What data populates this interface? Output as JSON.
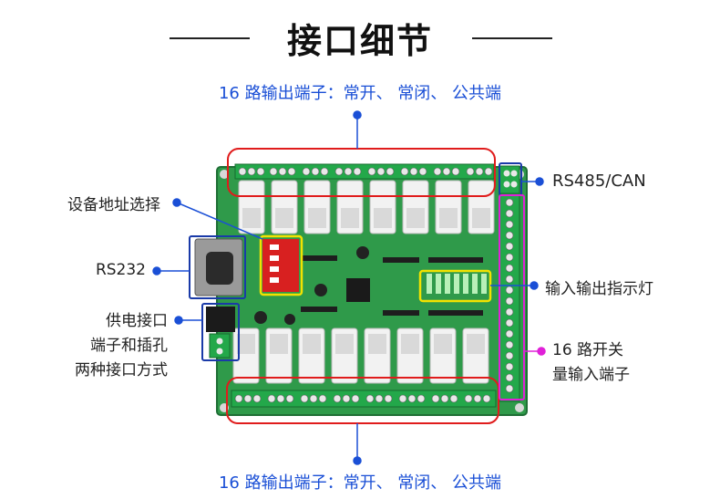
{
  "title": "接口细节",
  "labels": {
    "top_outputs": "16 路输出端子：常开、 常闭、 公共端",
    "bottom_outputs": "16 路输出端子：常开、 常闭、 公共端",
    "rs485": "RS485/CAN",
    "address": "设备地址选择",
    "rs232": "RS232",
    "power_lines": [
      "供电接口",
      "端子和插孔",
      "两种接口方式"
    ],
    "indicators": "输入输出指示灯",
    "inputs_lines": [
      "16 路开关",
      "量输入端子"
    ]
  },
  "colors": {
    "pcb": "#2f9a4a",
    "pcb_dark": "#1f6e35",
    "callout_blue": "#1a4fd6",
    "outline_red": "#e01c1c",
    "outline_yellow": "#f2e200",
    "outline_magenta": "#e020d8",
    "outline_navy": "#1a3aa8"
  },
  "icons": [
    "relay-icon",
    "terminal-block-icon",
    "db9-connector-icon",
    "dc-jack-icon",
    "dip-switch-icon",
    "led-icon"
  ]
}
